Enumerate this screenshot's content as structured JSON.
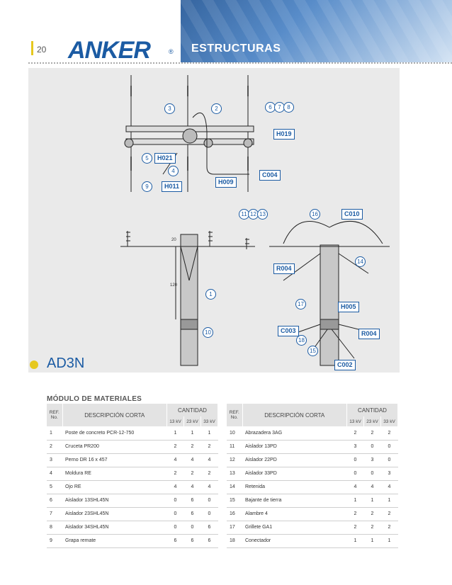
{
  "header": {
    "page_number": "20",
    "brand": "ANKER",
    "brand_mark": "®",
    "section": "ESTRUCTURAS"
  },
  "drawing": {
    "tags": [
      "H019",
      "H021",
      "C004",
      "H009",
      "H011",
      "C010",
      "R004",
      "H005",
      "C003",
      "R004",
      "C002"
    ],
    "numbers": [
      "3",
      "2",
      "6",
      "7",
      "8",
      "5",
      "4",
      "9",
      "11",
      "12",
      "13",
      "16",
      "14",
      "1",
      "17",
      "10",
      "18",
      "15"
    ],
    "dimensions": [
      "20",
      "120"
    ]
  },
  "code": "AD3N",
  "materials": {
    "title": "MÓDULO DE MATERIALES",
    "header_ref": "REF. No.",
    "header_ref_left": "REF. No.",
    "header_desc": "DESCRIPCIÓN CORTA",
    "header_qty": "CANTIDAD",
    "voltages": [
      "13 kV",
      "23 kV",
      "33 kV"
    ],
    "left_rows": [
      {
        "ref": "1",
        "desc": "Poste de concreto PCR-12-750",
        "q13": "1",
        "q23": "1",
        "q33": "1"
      },
      {
        "ref": "2",
        "desc": "Cruceta PR200",
        "q13": "2",
        "q23": "2",
        "q33": "2"
      },
      {
        "ref": "3",
        "desc": "Perno DR 16 x 457",
        "q13": "4",
        "q23": "4",
        "q33": "4"
      },
      {
        "ref": "4",
        "desc": "Moldura RE",
        "q13": "2",
        "q23": "2",
        "q33": "2"
      },
      {
        "ref": "5",
        "desc": "Ojo RE",
        "q13": "4",
        "q23": "4",
        "q33": "4"
      },
      {
        "ref": "6",
        "desc": "Aislador 13SHL45N",
        "q13": "0",
        "q23": "6",
        "q33": "0"
      },
      {
        "ref": "7",
        "desc": "Aislador 23SHL45N",
        "q13": "0",
        "q23": "6",
        "q33": "0"
      },
      {
        "ref": "8",
        "desc": "Aislador 34SHL45N",
        "q13": "0",
        "q23": "0",
        "q33": "6"
      },
      {
        "ref": "9",
        "desc": "Grapa remate",
        "q13": "6",
        "q23": "6",
        "q33": "6"
      }
    ],
    "right_rows": [
      {
        "ref": "10",
        "desc": "Abrazadera 3AG",
        "q13": "2",
        "q23": "2",
        "q33": "2"
      },
      {
        "ref": "11",
        "desc": "Aislador 13PD",
        "q13": "3",
        "q23": "0",
        "q33": "0"
      },
      {
        "ref": "12",
        "desc": "Aislador 22PD",
        "q13": "0",
        "q23": "3",
        "q33": "0"
      },
      {
        "ref": "13",
        "desc": "Aislador 33PD",
        "q13": "0",
        "q23": "0",
        "q33": "3"
      },
      {
        "ref": "14",
        "desc": "Retenida",
        "q13": "4",
        "q23": "4",
        "q33": "4"
      },
      {
        "ref": "15",
        "desc": "Bajante de tierra",
        "q13": "1",
        "q23": "1",
        "q33": "1"
      },
      {
        "ref": "16",
        "desc": "Alambre 4",
        "q13": "2",
        "q23": "2",
        "q33": "2"
      },
      {
        "ref": "17",
        "desc": "Grillete GA1",
        "q13": "2",
        "q23": "2",
        "q33": "2"
      },
      {
        "ref": "18",
        "desc": "Conectador",
        "q13": "1",
        "q23": "1",
        "q33": "1"
      }
    ]
  }
}
